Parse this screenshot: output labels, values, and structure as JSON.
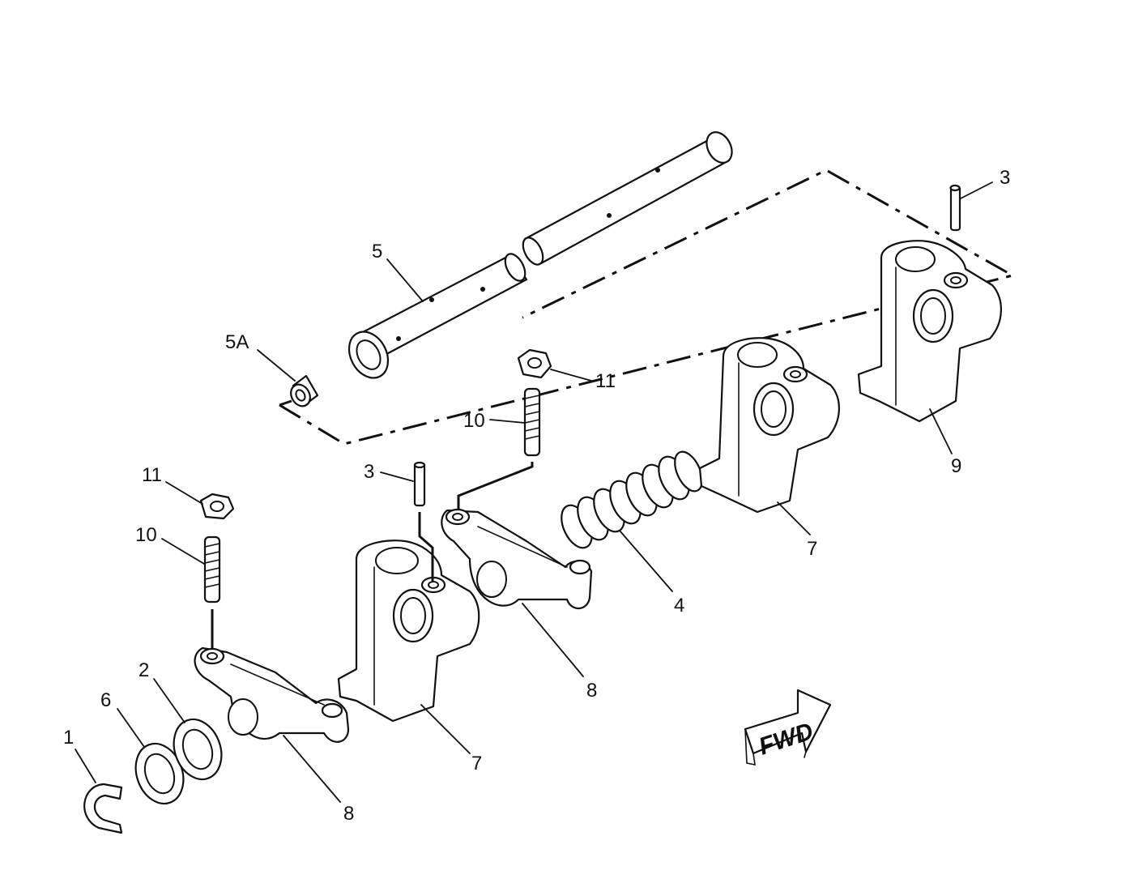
{
  "callouts": {
    "c1": "1",
    "c2": "2",
    "c6": "6",
    "c8_bottom": "8",
    "c7_bottom": "7",
    "c3_mid": "3",
    "c11_left": "11",
    "c10_left": "10",
    "c10_mid": "10",
    "c11_mid": "11",
    "c8_mid": "8",
    "c4": "4",
    "c7_right": "7",
    "c9": "9",
    "c3_top": "3",
    "c5": "5",
    "c5a": "5A"
  },
  "direction_arrow": {
    "label": "FWD"
  }
}
